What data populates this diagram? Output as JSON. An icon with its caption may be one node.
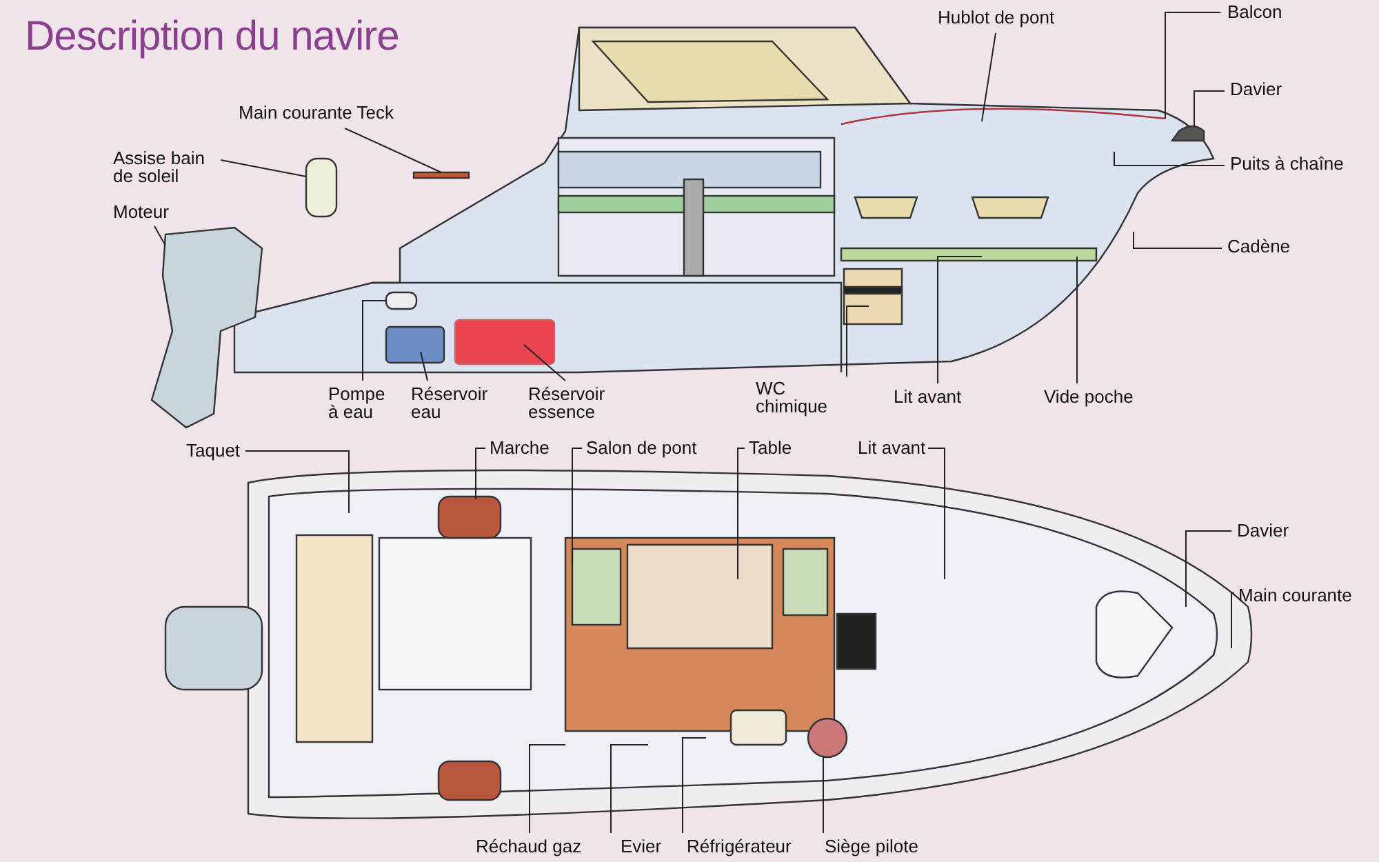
{
  "diagram": {
    "title": "Description du navire",
    "nodes": [
      {
        "text": [
          "Balcon"
        ]
      },
      {
        "text": [
          "Hublot de pont"
        ]
      },
      {
        "text": [
          "Davier"
        ]
      },
      {
        "text": [
          "Puits à chaîne"
        ]
      },
      {
        "text": [
          "Cadène"
        ]
      },
      {
        "text": [
          "Main courante Teck"
        ]
      },
      {
        "text": [
          "Assise bain de soleil"
        ]
      },
      {
        "text": [
          "Moteur"
        ]
      },
      {
        "text": [
          "Pompe à eau"
        ]
      },
      {
        "text": [
          "Réservoir eau"
        ]
      },
      {
        "text": [
          "Réservoir essence"
        ]
      },
      {
        "text": [
          "WC chimique"
        ]
      },
      {
        "text": [
          "Lit avant"
        ]
      },
      {
        "text": [
          "Vide poche"
        ]
      },
      {
        "text": [
          "Taquet"
        ]
      },
      {
        "text": [
          "Marche"
        ]
      },
      {
        "text": [
          "Salon de pont"
        ]
      },
      {
        "text": [
          "Table"
        ]
      },
      {
        "text": [
          "Lit avant"
        ]
      },
      {
        "text": [
          "Davier"
        ]
      },
      {
        "text": [
          "Main courante"
        ]
      },
      {
        "text": [
          "Réchaud gaz"
        ]
      },
      {
        "text": [
          "Evier"
        ]
      },
      {
        "text": [
          "Réfrigérateur"
        ]
      },
      {
        "text": [
          "Siège pilote"
        ]
      }
    ],
    "edges": [
      {
        "from": 0,
        "to": null,
        "arrow": "none"
      },
      {
        "from": 1,
        "to": null,
        "arrow": "none"
      },
      {
        "from": 2,
        "to": null,
        "arrow": "none"
      },
      {
        "from": 3,
        "to": null,
        "arrow": "none"
      },
      {
        "from": 4,
        "to": null,
        "arrow": "none"
      },
      {
        "from": 5,
        "to": null,
        "arrow": "none"
      },
      {
        "from": 6,
        "to": null,
        "arrow": "none"
      },
      {
        "from": 7,
        "to": null,
        "arrow": "none"
      },
      {
        "from": 8,
        "to": null,
        "arrow": "none"
      },
      {
        "from": 9,
        "to": null,
        "arrow": "none"
      },
      {
        "from": 10,
        "to": null,
        "arrow": "none"
      },
      {
        "from": 11,
        "to": null,
        "arrow": "none"
      },
      {
        "from": 12,
        "to": null,
        "arrow": "none"
      },
      {
        "from": 13,
        "to": null,
        "arrow": "none"
      },
      {
        "from": 14,
        "to": null,
        "arrow": "none"
      },
      {
        "from": 15,
        "to": null,
        "arrow": "none"
      },
      {
        "from": 16,
        "to": null,
        "arrow": "none"
      },
      {
        "from": 17,
        "to": null,
        "arrow": "none"
      },
      {
        "from": 18,
        "to": null,
        "arrow": "none"
      },
      {
        "from": 19,
        "to": null,
        "arrow": "none"
      },
      {
        "from": 20,
        "to": null,
        "arrow": "none"
      },
      {
        "from": 21,
        "to": null,
        "arrow": "none"
      },
      {
        "from": 22,
        "to": null,
        "arrow": "none"
      },
      {
        "from": 23,
        "to": null,
        "arrow": "none"
      },
      {
        "from": 24,
        "to": null,
        "arrow": "none"
      }
    ]
  }
}
